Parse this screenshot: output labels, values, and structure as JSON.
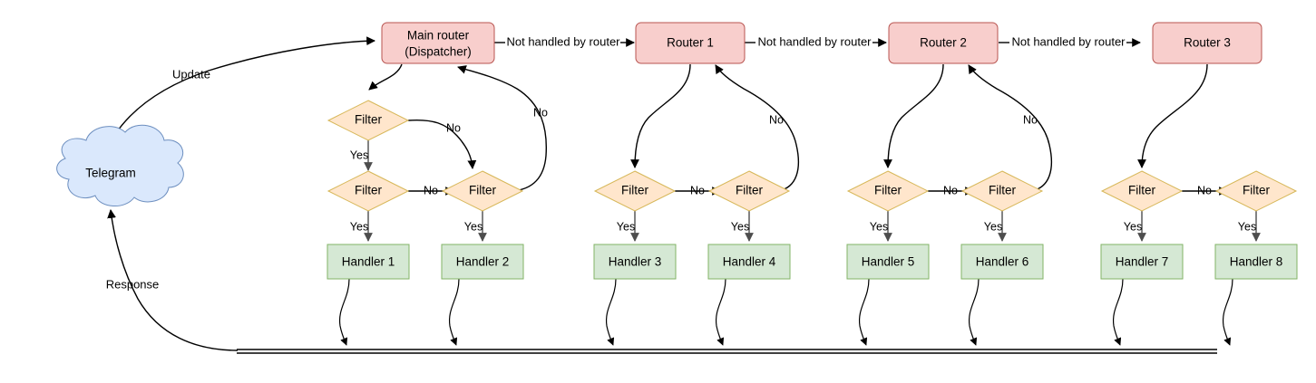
{
  "diagram": {
    "title": "Telegram bot update routing flow",
    "colors": {
      "router_fill": "#f8cecc",
      "router_stroke": "#b85450",
      "filter_fill": "#ffe6cc",
      "filter_stroke": "#d6b656",
      "handler_fill": "#d5e8d4",
      "handler_stroke": "#82b366",
      "cloud_fill": "#dae8fc",
      "cloud_stroke": "#6c8ebf",
      "edge": "#000000",
      "edge_grey": "#4d4d4d",
      "background": "#ffffff"
    },
    "source": {
      "label": "Telegram",
      "shape": "cloud"
    },
    "routers": [
      {
        "id": "main-router",
        "line1": "Main router",
        "line2": "(Dispatcher)"
      },
      {
        "id": "router-1",
        "line1": "Router 1",
        "line2": ""
      },
      {
        "id": "router-2",
        "line1": "Router 2",
        "line2": ""
      },
      {
        "id": "router-3",
        "line1": "Router 3",
        "line2": ""
      }
    ],
    "filters": [
      {
        "id": "filter-a",
        "label": "Filter"
      },
      {
        "id": "filter-b",
        "label": "Filter"
      },
      {
        "id": "filter-c",
        "label": "Filter"
      },
      {
        "id": "filter-d",
        "label": "Filter"
      },
      {
        "id": "filter-e",
        "label": "Filter"
      },
      {
        "id": "filter-f",
        "label": "Filter"
      },
      {
        "id": "filter-g",
        "label": "Filter"
      },
      {
        "id": "filter-h",
        "label": "Filter"
      },
      {
        "id": "filter-i",
        "label": "Filter"
      }
    ],
    "handlers": [
      {
        "id": "handler-1",
        "label": "Handler 1"
      },
      {
        "id": "handler-2",
        "label": "Handler 2"
      },
      {
        "id": "handler-3",
        "label": "Handler 3"
      },
      {
        "id": "handler-4",
        "label": "Handler 4"
      },
      {
        "id": "handler-5",
        "label": "Handler 5"
      },
      {
        "id": "handler-6",
        "label": "Handler 6"
      },
      {
        "id": "handler-7",
        "label": "Handler 7"
      },
      {
        "id": "handler-8",
        "label": "Handler 8"
      }
    ],
    "edge_labels": {
      "update": "Update",
      "response": "Response",
      "not_handled": "Not handled by router",
      "yes": "Yes",
      "no": "No"
    },
    "not_handled_labels": [
      "Not handled by router",
      "Not handled by router",
      "Not handled by router"
    ],
    "yes_labels": [
      "Yes",
      "Yes",
      "Yes",
      "Yes",
      "Yes",
      "Yes",
      "Yes",
      "Yes",
      "Yes"
    ],
    "no_labels": [
      "No",
      "No",
      "No",
      "No",
      "No",
      "No",
      "No",
      "No",
      "No"
    ]
  }
}
